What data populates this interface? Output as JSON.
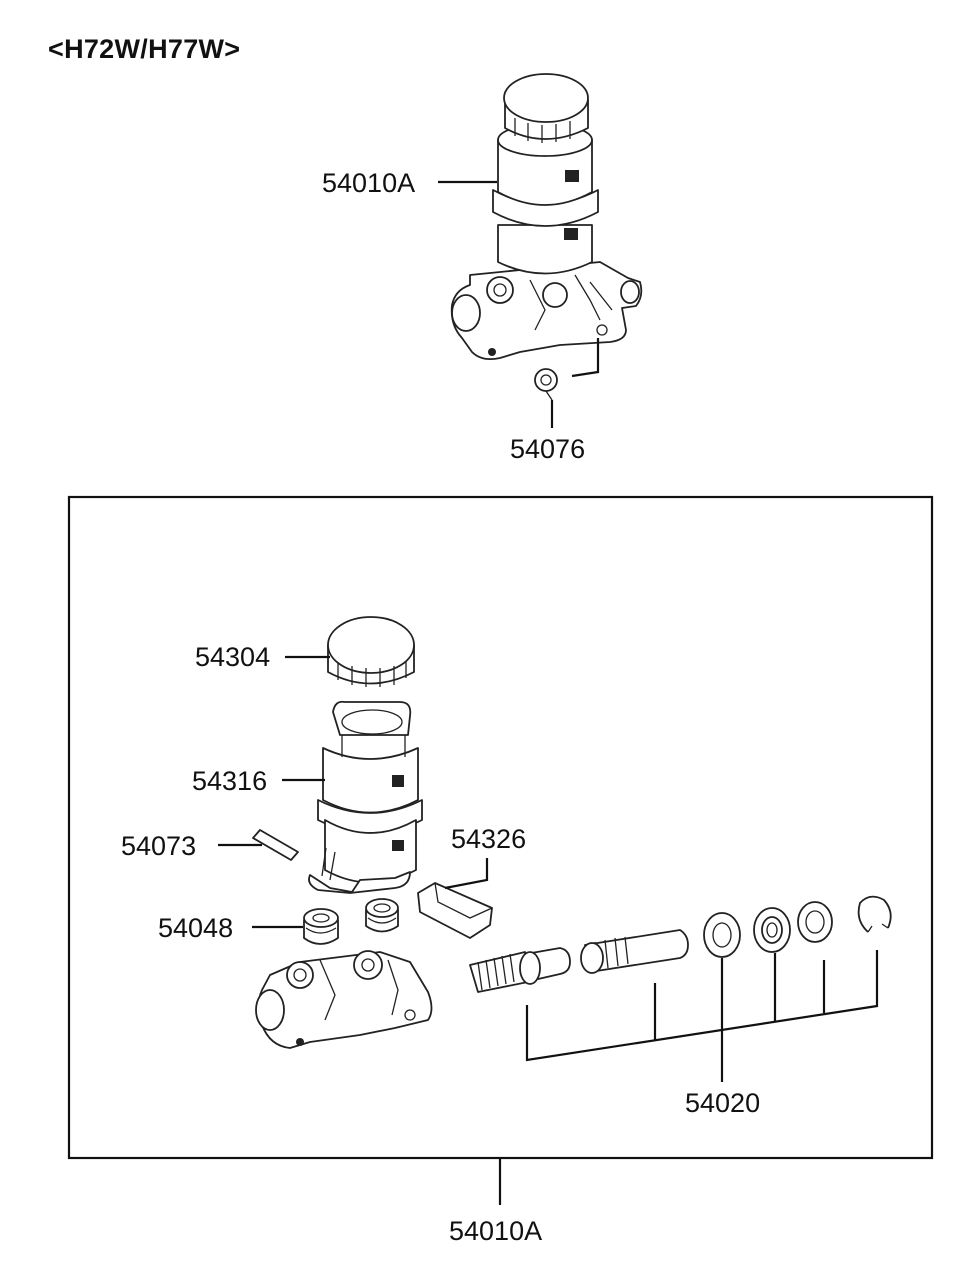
{
  "header": {
    "model_code": "<H72W/H77W>"
  },
  "callouts": {
    "assembly_top": "54010A",
    "bolt": "54076",
    "cap": "54304",
    "reservoir": "54316",
    "pin": "54073",
    "seal": "54326",
    "grommet": "54048",
    "piston_kit": "54020",
    "assembly_bottom": "54010A"
  }
}
